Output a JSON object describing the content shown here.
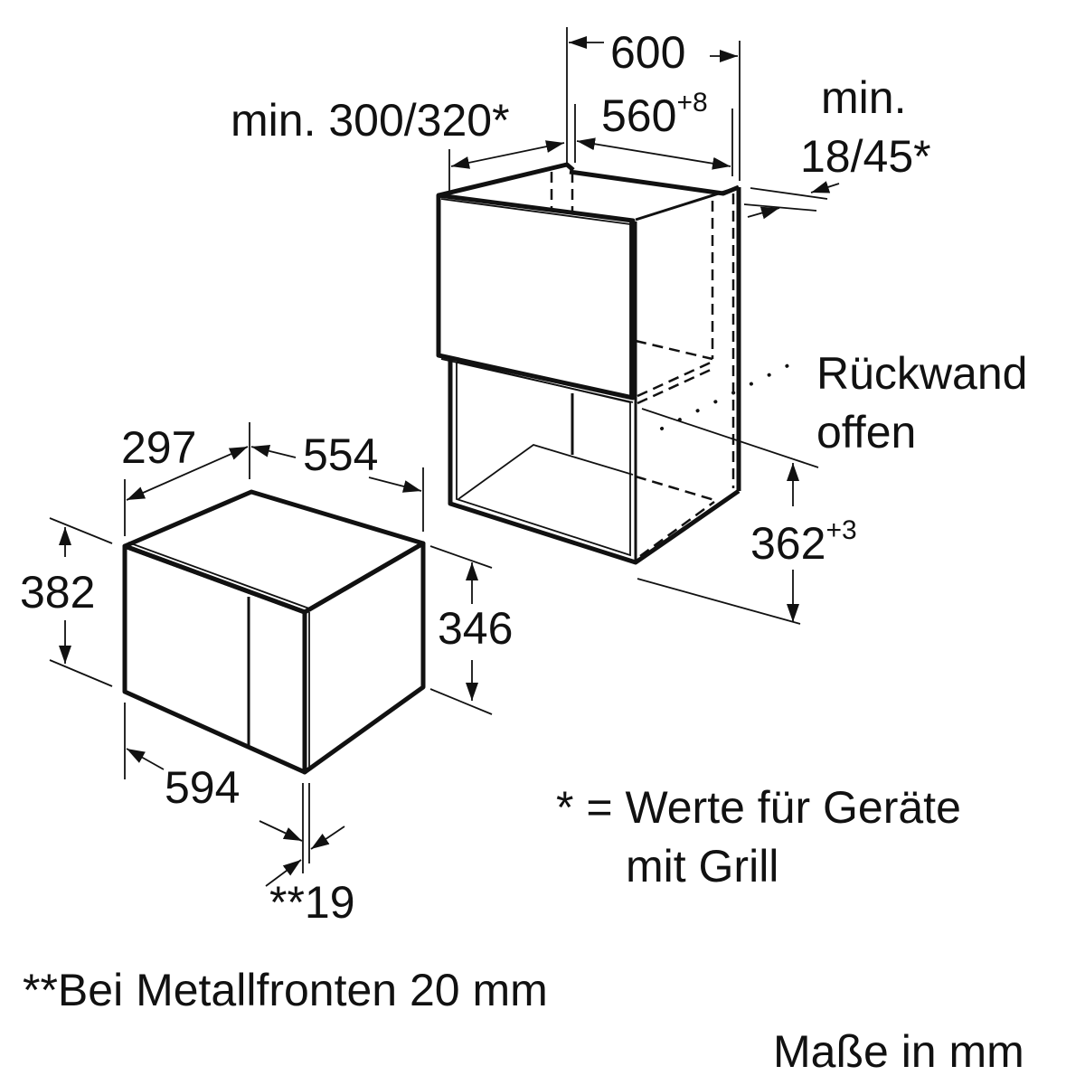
{
  "appliance": {
    "depth_total": "297",
    "depth": "554",
    "height_total": "382",
    "height_body": "346",
    "width": "594",
    "front_thickness": "**19"
  },
  "niche": {
    "width_outer": "600",
    "min_height": "min. 300/320*",
    "width_inner": "560",
    "width_inner_tolerance": "+8",
    "min_gap_label": "min.",
    "min_gap_value": "18/45*",
    "back_wall_line1": "Rückwand",
    "back_wall_line2": "offen",
    "niche_height": "362",
    "niche_height_tolerance": "+3"
  },
  "notes": {
    "grill_note_line1": "* = Werte für Geräte",
    "grill_note_line2": "mit Grill",
    "metal_front_note": "**Bei Metallfronten 20 mm",
    "units": "Maße in mm"
  }
}
